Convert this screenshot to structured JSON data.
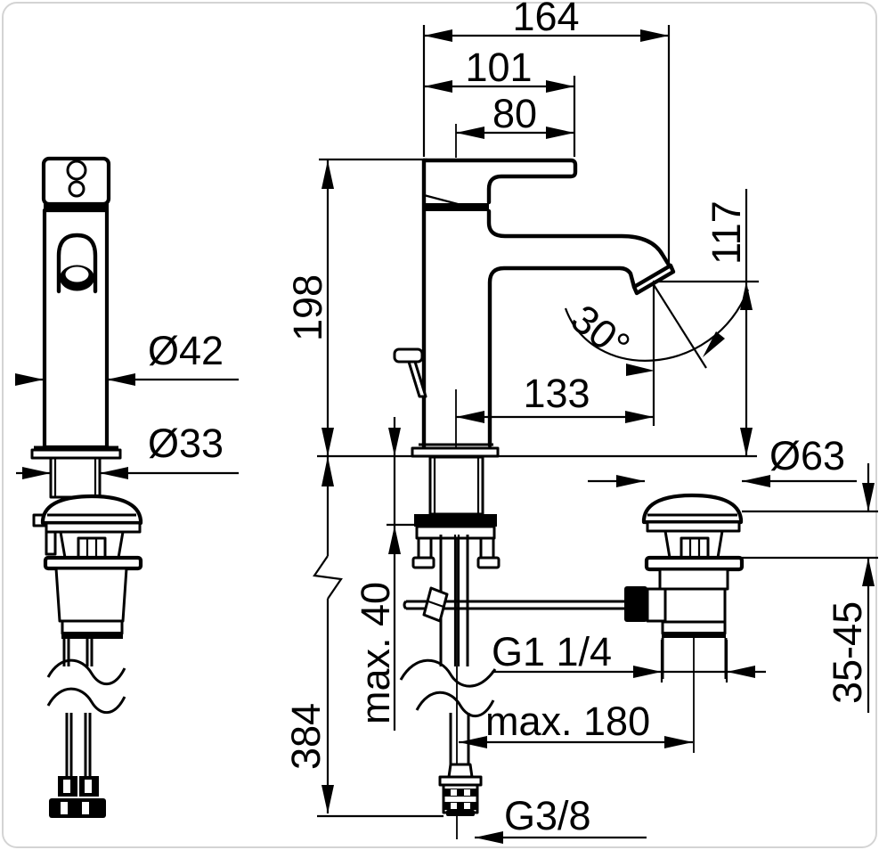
{
  "drawing": {
    "description": "basin faucet technical dimension drawing",
    "line_color": "#000000",
    "background_color": "#ffffff"
  },
  "dims": {
    "total_width": "164",
    "handle_length": "101",
    "handle_offset": "80",
    "body_height": "198",
    "spout_height": "117",
    "spout_angle": "30°",
    "spout_reach": "133",
    "body_diameter": "Ø42",
    "shank_diameter": "Ø33",
    "flange_diameter": "Ø63",
    "deck_thickness": "max. 40",
    "below_deck_length": "384",
    "drain_thread": "G1 1/4",
    "rod_reach": "max. 180",
    "clamp_range": "35-45",
    "hose_thread": "G3/8"
  }
}
